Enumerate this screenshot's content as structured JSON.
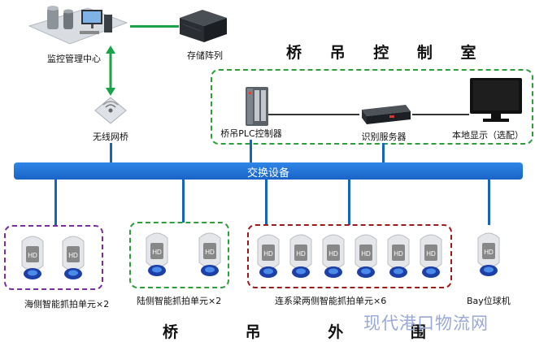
{
  "nodes": {
    "monitor_center": "监控管理中心",
    "storage": "存储阵列",
    "wireless_bridge": "无线网桥",
    "plc": "桥吊PLC控制器",
    "recognition_server": "识别服务器",
    "local_display": "本地显示（选配）",
    "switch": "交换设备",
    "bay_camera": "Bay位球机"
  },
  "groups": {
    "control_room": "桥 吊 控 制 室",
    "outside": "桥 吊 外 围",
    "sea_side": "海侧智能抓拍单元×2",
    "land_side": "陆侧智能抓拍单元×2",
    "beam_side": "连系梁两侧智能抓拍单元×6"
  },
  "camera_badge": "HD",
  "watermark": "现代港口物流网",
  "colors": {
    "bus": "#1a63c7",
    "link_green": "#1aa34a",
    "control_room_border": "#2e9e3a",
    "sea_border": "#7b2ea0",
    "land_border": "#2e9e3a",
    "beam_border": "#9b1b1b"
  }
}
